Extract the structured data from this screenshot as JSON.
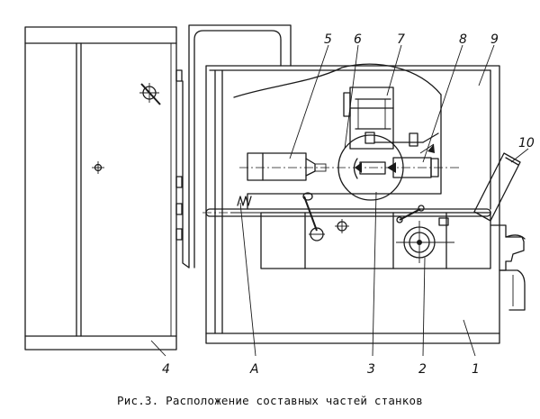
{
  "callouts": {
    "c1": "1",
    "c2": "2",
    "c3": "3",
    "c4": "4",
    "cA": "A",
    "c5": "5",
    "c6": "6",
    "c7": "7",
    "c8": "8",
    "c9": "9",
    "c10": "10"
  },
  "caption": "Рис.3. Расположение составных частей станков"
}
